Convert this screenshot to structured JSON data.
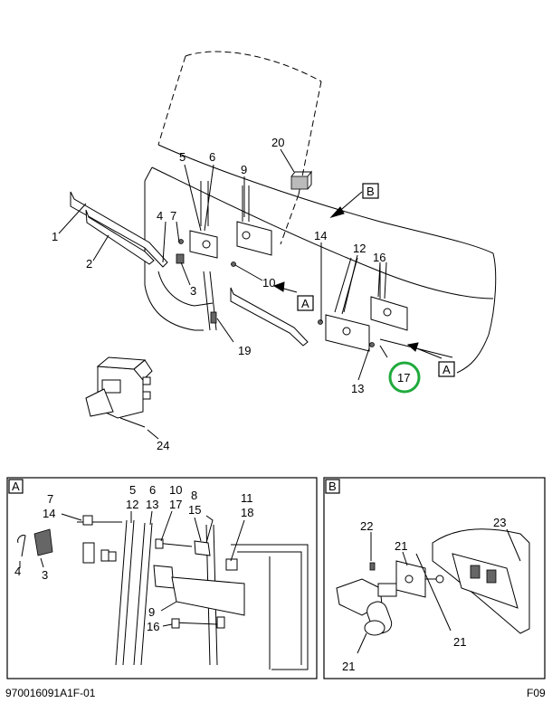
{
  "labels": {
    "n1": "1",
    "n2": "2",
    "n3": "3",
    "n4": "4",
    "n5": "5",
    "n6": "6",
    "n7": "7",
    "n9": "9",
    "n10": "10",
    "n12": "12",
    "n13": "13",
    "n14": "14",
    "n16": "16",
    "n17": "17",
    "n19": "19",
    "n20": "20",
    "n24": "24",
    "refA1": "A",
    "refA2": "A",
    "refB": "B"
  },
  "detail_a": {
    "title": "A",
    "labels": {
      "n4": "4",
      "n3": "3",
      "n7": "7",
      "n14": "14",
      "n5": "5",
      "n12": "12",
      "n6": "6",
      "n13": "13",
      "n10": "10",
      "n17": "17",
      "n8": "8",
      "n15": "15",
      "n11": "11",
      "n18": "18",
      "n9": "9",
      "n16": "16"
    }
  },
  "detail_b": {
    "title": "B",
    "labels": {
      "n22": "22",
      "n23": "23",
      "n21a": "21",
      "n21b": "21",
      "n21c": "21"
    }
  },
  "footer": {
    "doc_number": "970016091A1F-01",
    "page": "F09"
  }
}
